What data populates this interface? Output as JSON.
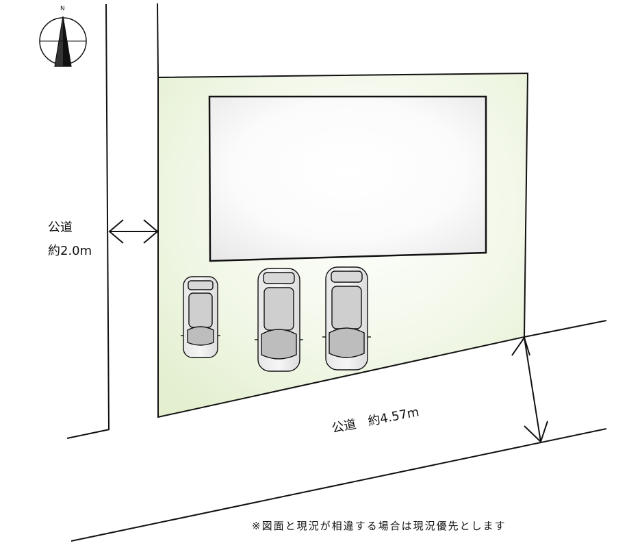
{
  "compass": {
    "north_letter": "N"
  },
  "west_road": {
    "name": "公道",
    "width": "約2.0m"
  },
  "south_road": {
    "label": "公道　約4.57m"
  },
  "note": {
    "disclaimer": "※図面と現況が相違する場合は現況優先とします"
  },
  "colors": {
    "lot_fill": "#e8f2d7",
    "building_fill": "#f4f4f4",
    "line": "#111111"
  }
}
